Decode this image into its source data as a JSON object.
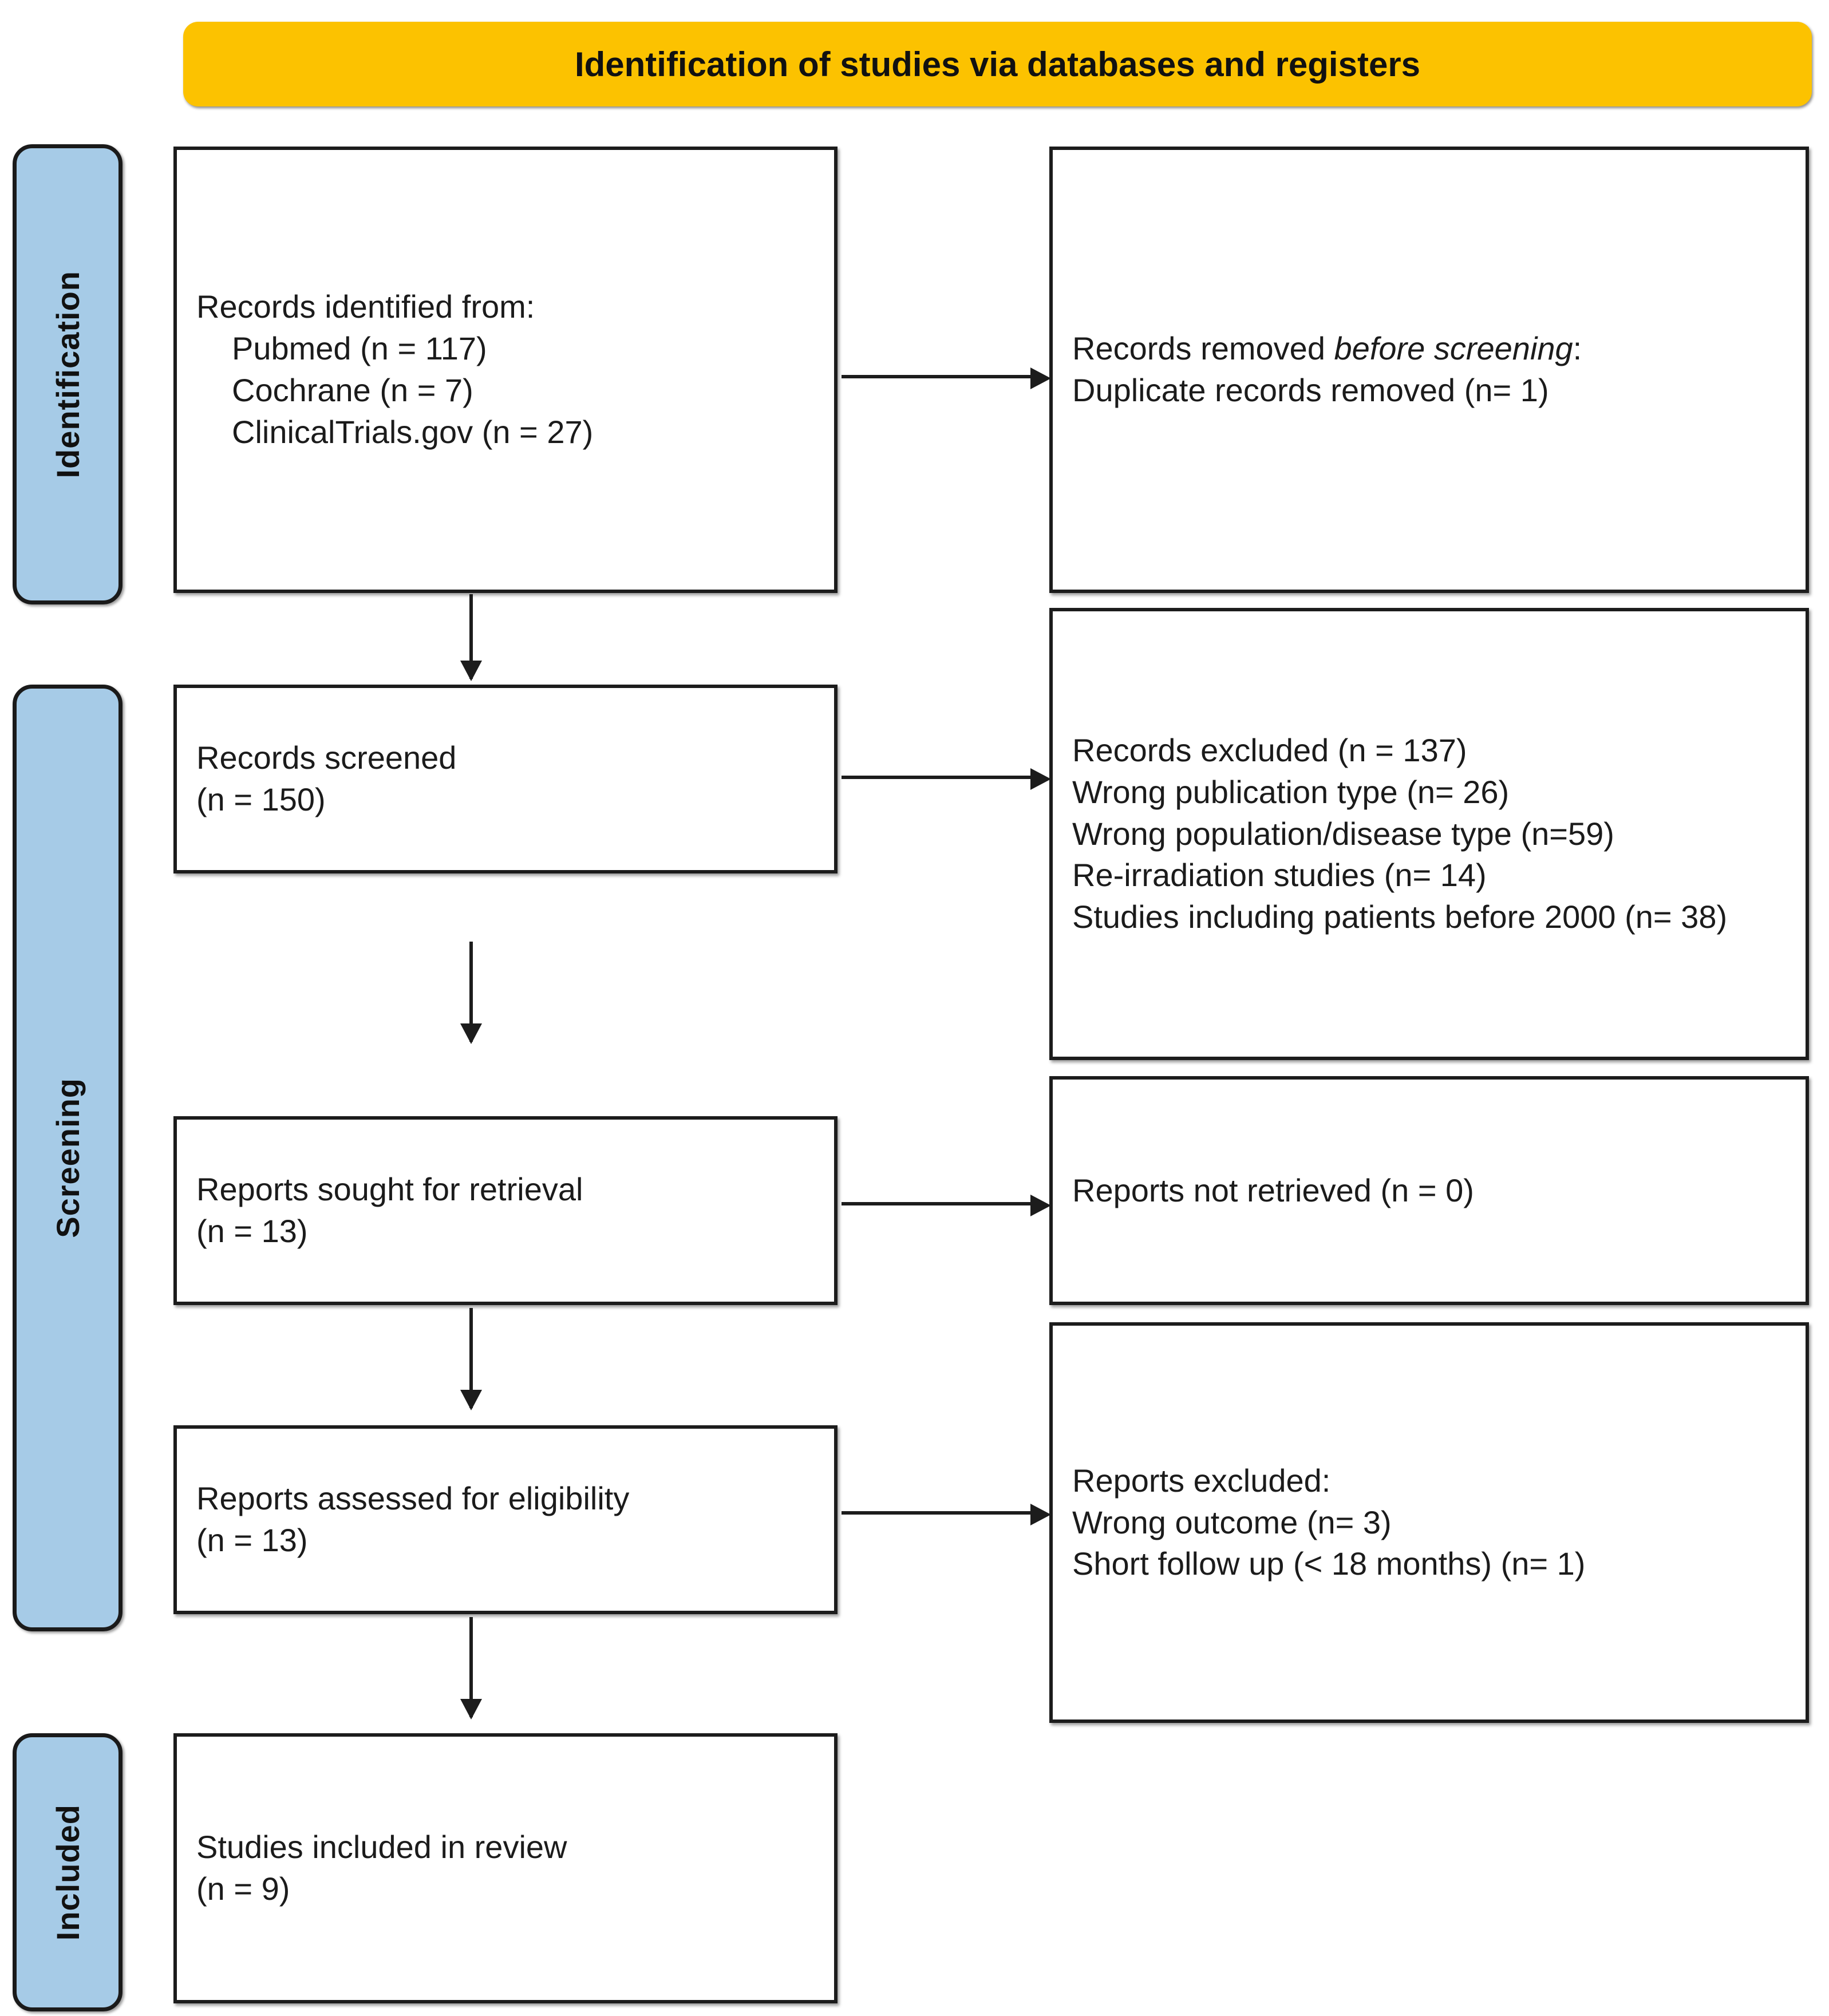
{
  "banner": {
    "title": "Identification of studies via databases and registers",
    "color": "#FCC200"
  },
  "stages": {
    "color": "#A6CBE7",
    "identification": "Identification",
    "screening": "Screening",
    "included": "Included"
  },
  "boxes": {
    "identified": {
      "title": "Records identified from:",
      "sources": [
        "Pubmed (n = 117)",
        "Cochrane (n = 7)",
        "ClinicalTrials.gov (n = 27)"
      ]
    },
    "removed_before_screening": {
      "line1_prefix": "Records removed ",
      "line1_italic": "before screening",
      "line1_suffix": ":",
      "line2": "Duplicate records removed (n= 1)"
    },
    "screened": {
      "line1": "Records screened",
      "line2": "(n = 150)"
    },
    "records_excluded": {
      "lines": [
        "Records excluded (n = 137)",
        "Wrong publication type (n= 26)",
        "Wrong population/disease type (n=59)",
        "Re-irradiation studies (n= 14)",
        "Studies including patients before 2000 (n= 38)"
      ]
    },
    "sought": {
      "line1": "Reports sought for retrieval",
      "line2": "(n = 13)"
    },
    "not_retrieved": {
      "line1": "Reports not retrieved (n = 0)"
    },
    "assessed": {
      "line1": "Reports assessed for eligibility",
      "line2": "(n = 13)"
    },
    "reports_excluded": {
      "lines": [
        "Reports excluded:",
        "Wrong outcome (n= 3)",
        "Short follow up (< 18 months) (n= 1)"
      ]
    },
    "included": {
      "line1": "Studies included in review",
      "line2": "(n = 9)"
    }
  }
}
